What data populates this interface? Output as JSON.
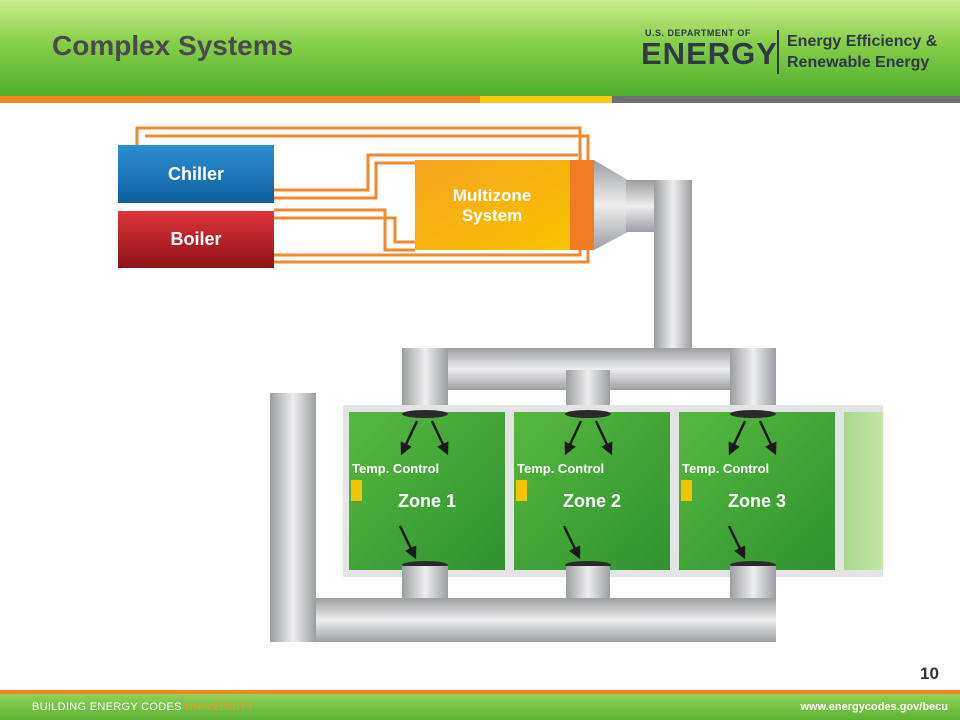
{
  "slide": {
    "title": "Complex Systems",
    "page_number": "10"
  },
  "logo": {
    "department": "U.S. DEPARTMENT OF",
    "energy": "ENERGY",
    "office_line1": "Energy Efficiency &",
    "office_line2": "Renewable Energy"
  },
  "diagram": {
    "chiller_label": "Chiller",
    "boiler_label": "Boiler",
    "multizone_line1": "Multizone",
    "multizone_line2": "System",
    "zones": [
      {
        "control_label": "Temp. Control",
        "name": "Zone 1"
      },
      {
        "control_label": "Temp. Control",
        "name": "Zone 2"
      },
      {
        "control_label": "Temp. Control",
        "name": "Zone 3"
      }
    ]
  },
  "footer": {
    "brand_main": "BUILDING ENERGY CODES",
    "brand_accent": "UNIVERSITY",
    "url": "www.energycodes.gov/becu"
  },
  "colors": {
    "header_green": "#86cf4a",
    "accent_orange": "#f2861f",
    "accent_yellow": "#f9c610",
    "accent_gray": "#6d7073",
    "chiller_blue": "#1a73ba",
    "boiler_red": "#c8202a",
    "zone_green": "#3ea33a",
    "duct_gray": "#b8babc",
    "control_yellow": "#f5c400"
  }
}
